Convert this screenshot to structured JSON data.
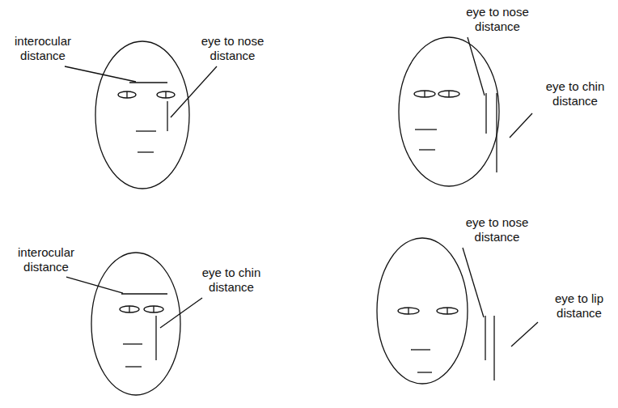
{
  "diagram": {
    "labels": [
      "interocular distance",
      "eye to nose distance",
      "eye to nose distance",
      "eye to chin distance",
      "interocular distance",
      "eye to chin distance",
      "eye to nose distance",
      "eye to lip distance"
    ]
  }
}
